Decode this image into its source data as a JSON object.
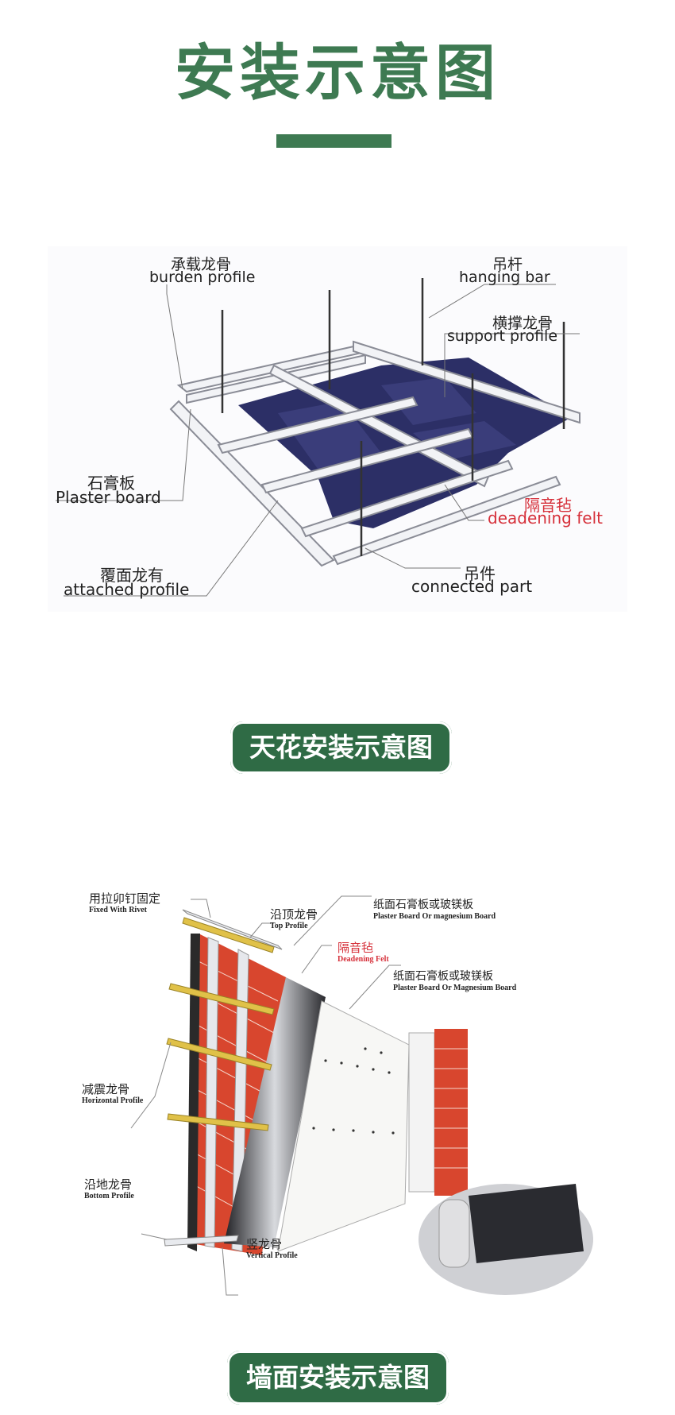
{
  "page": {
    "title": "安装示意图"
  },
  "ceiling": {
    "caption": "天花安装示意图",
    "labels": {
      "burden_cn": "承载龙骨",
      "burden_en": "burden profile",
      "hanging_cn": "吊杆",
      "hanging_en": "hanging bar",
      "support_cn": "横撑龙骨",
      "support_en": "support profile",
      "plaster_cn": "石膏板",
      "plaster_en": "Plaster board",
      "felt_cn": "隔音毡",
      "felt_en": "deadening felt",
      "attached_cn": "覆面龙有",
      "attached_en": "attached profile",
      "connected_cn": "吊件",
      "connected_en": "connected part"
    }
  },
  "wall": {
    "caption": "墙面安装示意图",
    "labels": {
      "rivet_cn": "用拉卯钉固定",
      "rivet_en": "Fixed With Rivet",
      "top_cn": "沿顶龙骨",
      "top_en": "Top Profile",
      "board1_cn": "纸面石膏板或玻镁板",
      "board1_en": "Plaster Board Or magnesium Board",
      "felt_cn": "隔音毡",
      "felt_en": "Deadening Felt",
      "board2_cn": "纸面石膏板或玻镁板",
      "board2_en": "Plaster Board Or Magnesium Board",
      "horizontal_cn": "减震龙骨",
      "horizontal_en": "Horizontal Profile",
      "bottom_cn": "沿地龙骨",
      "bottom_en": "Bottom Profile",
      "vertical_cn": "竖龙骨",
      "vertical_en": "Vertical Profile"
    }
  },
  "colors": {
    "brand_green": "#3e7a52",
    "badge_green": "#2f6b45",
    "felt_red": "#d6303a",
    "panel_navy": "#2c2f66",
    "brick_red": "#d8462e"
  }
}
